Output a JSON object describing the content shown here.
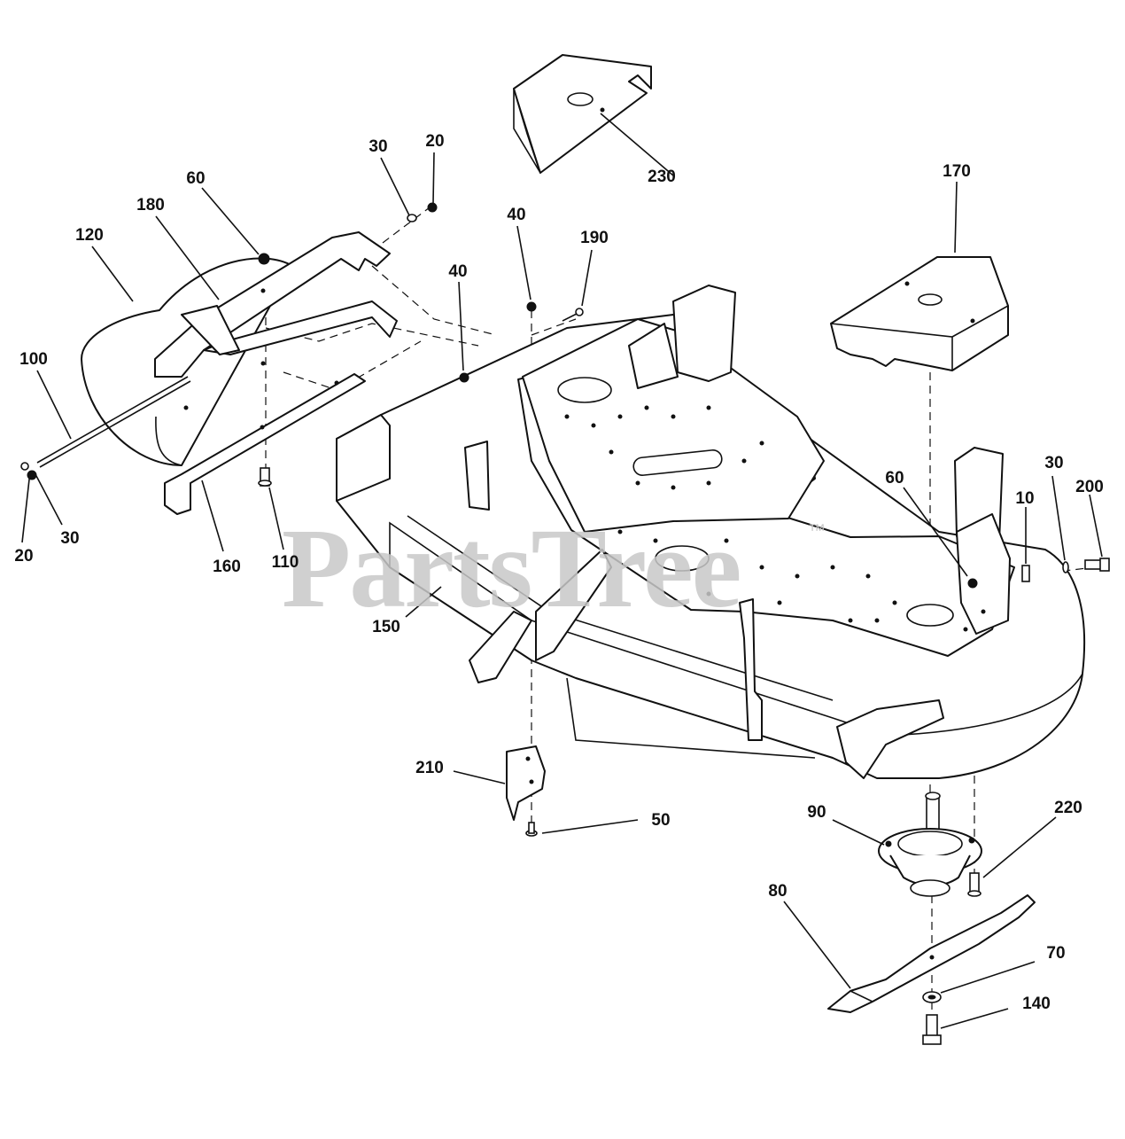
{
  "watermark": {
    "text": "PartsTree",
    "mark": "™"
  },
  "callouts": [
    {
      "id": "230",
      "text": "230"
    },
    {
      "id": "170",
      "text": "170"
    },
    {
      "id": "30a",
      "text": "30"
    },
    {
      "id": "20a",
      "text": "20"
    },
    {
      "id": "60a",
      "text": "60"
    },
    {
      "id": "180",
      "text": "180"
    },
    {
      "id": "120",
      "text": "120"
    },
    {
      "id": "40a",
      "text": "40"
    },
    {
      "id": "190",
      "text": "190"
    },
    {
      "id": "40b",
      "text": "40"
    },
    {
      "id": "100",
      "text": "100"
    },
    {
      "id": "20b",
      "text": "20"
    },
    {
      "id": "30b",
      "text": "30"
    },
    {
      "id": "160",
      "text": "160"
    },
    {
      "id": "110",
      "text": "110"
    },
    {
      "id": "150",
      "text": "150"
    },
    {
      "id": "60b",
      "text": "60"
    },
    {
      "id": "10",
      "text": "10"
    },
    {
      "id": "30c",
      "text": "30"
    },
    {
      "id": "200",
      "text": "200"
    },
    {
      "id": "210",
      "text": "210"
    },
    {
      "id": "50",
      "text": "50"
    },
    {
      "id": "90",
      "text": "90"
    },
    {
      "id": "220",
      "text": "220"
    },
    {
      "id": "80",
      "text": "80"
    },
    {
      "id": "70",
      "text": "70"
    },
    {
      "id": "140",
      "text": "140"
    }
  ]
}
